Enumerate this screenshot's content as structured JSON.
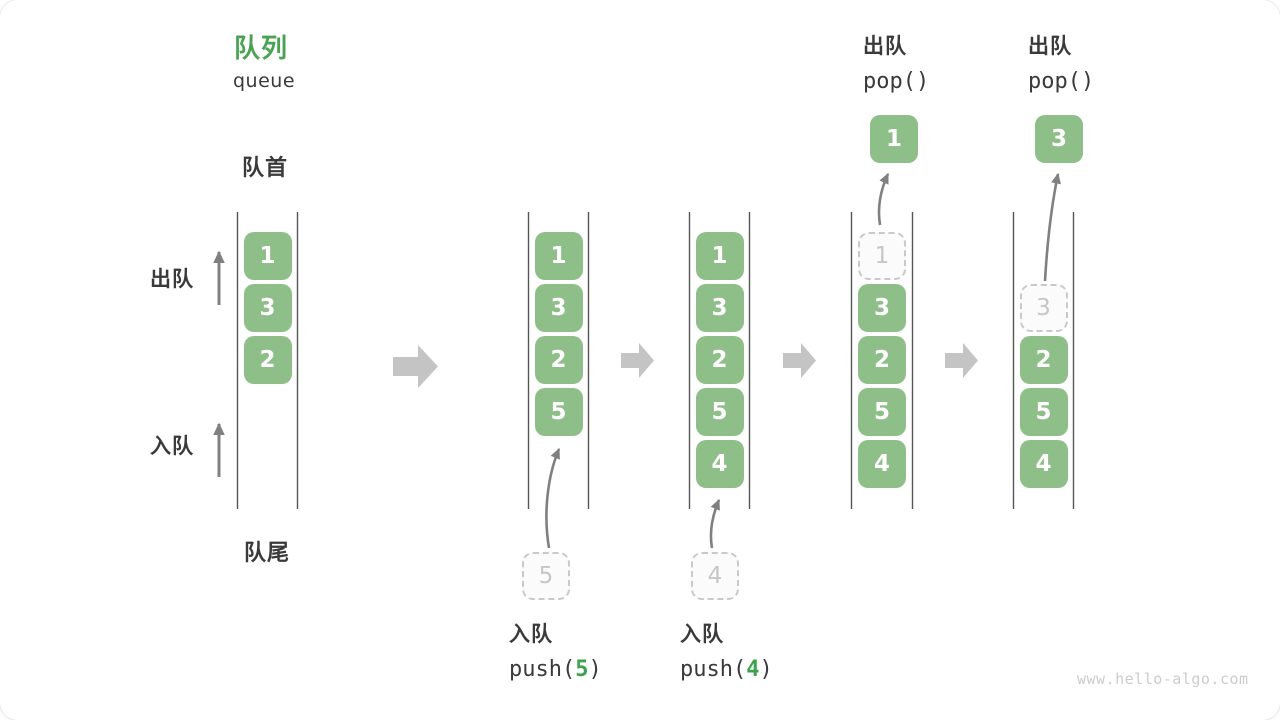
{
  "title": {
    "zh": "队列",
    "en": "queue"
  },
  "side_labels": {
    "front": "队首",
    "rear": "队尾",
    "dequeue": "出队",
    "enqueue": "入队"
  },
  "operations": {
    "pop1": {
      "label": "出队",
      "code": "pop()"
    },
    "pop2": {
      "label": "出队",
      "code": "pop()"
    },
    "push1": {
      "label": "入队",
      "code_pre": "push(",
      "arg": "5",
      "code_post": ")"
    },
    "push2": {
      "label": "入队",
      "code_pre": "push(",
      "arg": "4",
      "code_post": ")"
    }
  },
  "queues": {
    "q1": {
      "boxes": [
        "1",
        "3",
        "2"
      ]
    },
    "q2": {
      "boxes": [
        "1",
        "3",
        "2",
        "5"
      ],
      "incoming": "5"
    },
    "q3": {
      "boxes": [
        "1",
        "3",
        "2",
        "5",
        "4"
      ],
      "incoming": "4"
    },
    "q4": {
      "ghost": "1",
      "boxes": [
        "3",
        "2",
        "5",
        "4"
      ],
      "popped": "1"
    },
    "q5": {
      "ghost": "3",
      "boxes": [
        "2",
        "5",
        "4"
      ],
      "popped": "3"
    }
  },
  "watermark": "www.hello-algo.com",
  "colors": {
    "box_green": "#8fbf89",
    "title_green": "#4aa353",
    "accent_green": "#3da24d",
    "ink": "#3a3a3a",
    "wall": "#555555",
    "thin_arrow": "#808080",
    "block_arrow": "#c4c4c4",
    "ghost_border": "#c9c9c9",
    "ghost_text": "#c6c6c6",
    "watermark": "#cccccc"
  }
}
